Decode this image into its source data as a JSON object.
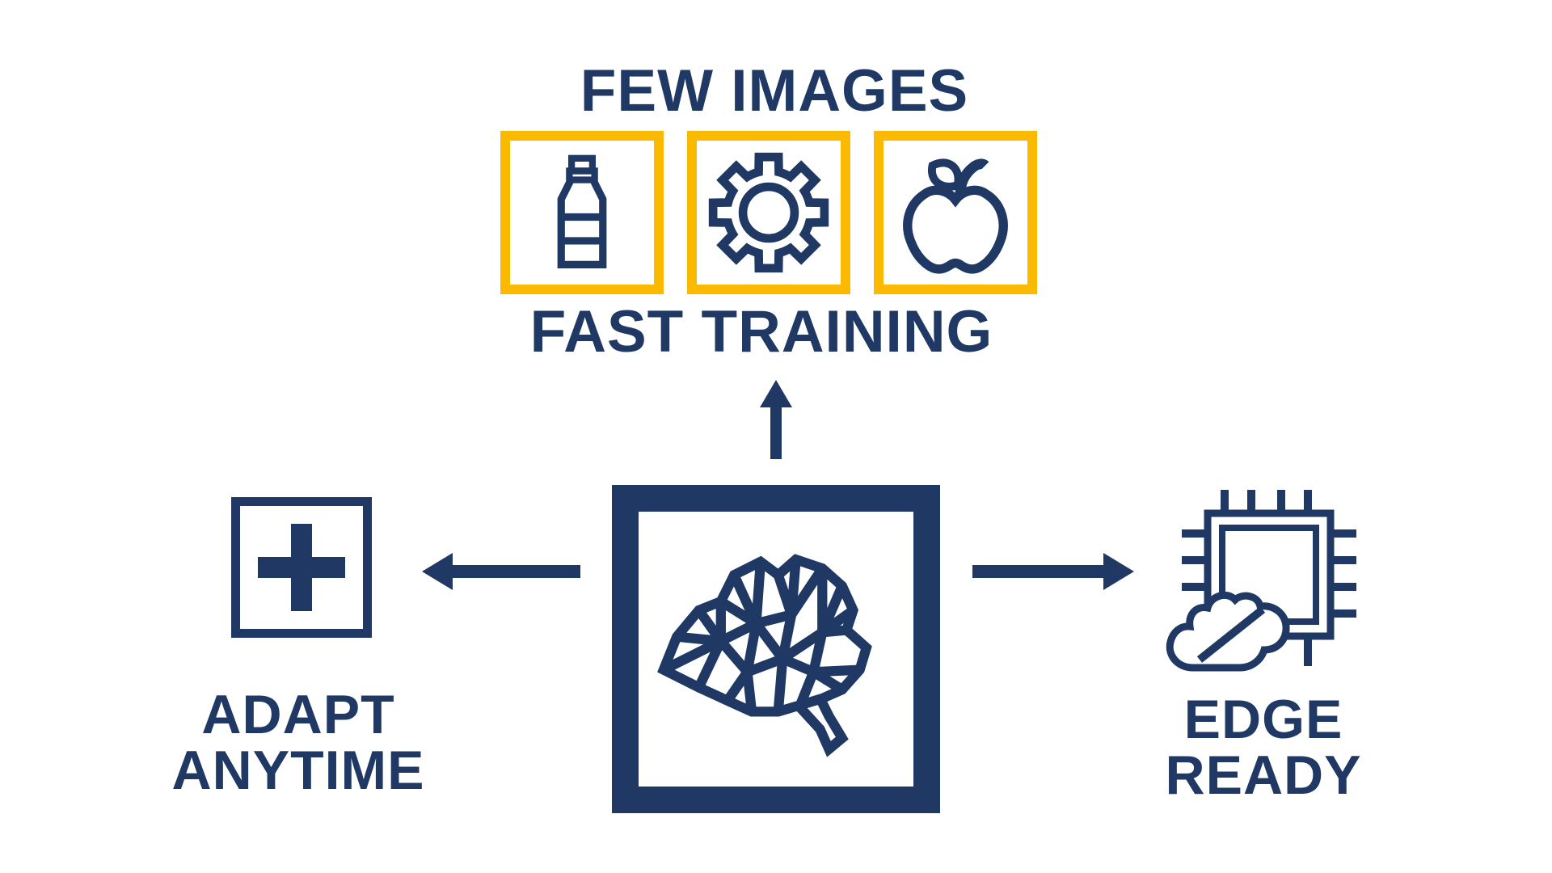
{
  "colors": {
    "navy": "#1f3864",
    "yellow": "#fbb900",
    "background": "#ffffff"
  },
  "top_section": {
    "title": "FEW IMAGES",
    "caption": "FAST TRAINING",
    "image_boxes": [
      {
        "icon": "bottle-icon"
      },
      {
        "icon": "gear-icon"
      },
      {
        "icon": "apple-icon"
      }
    ]
  },
  "center_section": {
    "icon": "neural-brain-icon"
  },
  "left_section": {
    "icon": "plus-icon",
    "label_line1": "ADAPT",
    "label_line2": "ANYTIME"
  },
  "right_section": {
    "icon": "chip-cloud-offline-icon",
    "label_line1": "EDGE",
    "label_line2": "READY"
  },
  "icons": {
    "arrows": [
      "up-arrow-icon",
      "left-arrow-icon",
      "right-arrow-icon"
    ]
  }
}
